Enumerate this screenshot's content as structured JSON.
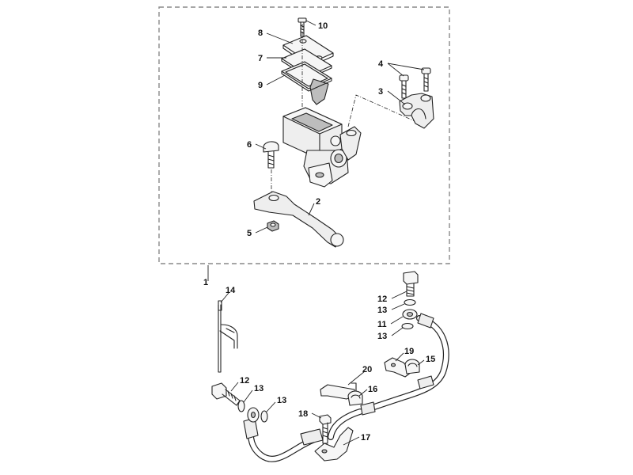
{
  "callouts": [
    {
      "id": "c10",
      "text": "10"
    },
    {
      "id": "c8",
      "text": "8"
    },
    {
      "id": "c7",
      "text": "7"
    },
    {
      "id": "c9",
      "text": "9"
    },
    {
      "id": "c4",
      "text": "4"
    },
    {
      "id": "c3",
      "text": "3"
    },
    {
      "id": "c6",
      "text": "6"
    },
    {
      "id": "c2",
      "text": "2"
    },
    {
      "id": "c5",
      "text": "5"
    },
    {
      "id": "c1",
      "text": "1"
    },
    {
      "id": "c14",
      "text": "14"
    },
    {
      "id": "c12a",
      "text": "12"
    },
    {
      "id": "c13a",
      "text": "13"
    },
    {
      "id": "c11",
      "text": "11"
    },
    {
      "id": "c13b",
      "text": "13"
    },
    {
      "id": "c19",
      "text": "19"
    },
    {
      "id": "c15",
      "text": "15"
    },
    {
      "id": "c20",
      "text": "20"
    },
    {
      "id": "c16",
      "text": "16"
    },
    {
      "id": "c12b",
      "text": "12"
    },
    {
      "id": "c13c",
      "text": "13"
    },
    {
      "id": "c13d",
      "text": "13"
    },
    {
      "id": "c18",
      "text": "18"
    },
    {
      "id": "c17",
      "text": "17"
    }
  ]
}
